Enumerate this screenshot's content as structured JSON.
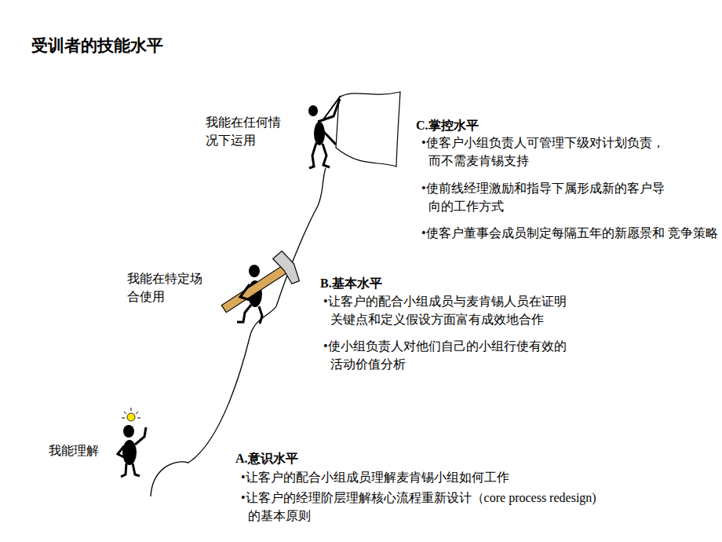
{
  "diagram": {
    "title": "受训者的技能水平",
    "labels": [
      "我能在任何情 况下运用",
      "C.掌控水平",
      "•使客户小组负责人可管理下级对计划负责， 而不需麦肯锡支持",
      "•使前线经理激励和指导下属形成新的客户导 向的工作方式",
      "•使客户董事会成员制定每隔五年的新愿景和 竞争策略",
      "我能在特定场 合使用",
      "B.基本水平",
      "•让客户的配合小组成员与麦肯锡人员在证明 关键点和定义假设方面富有成效地合作",
      "•使小组负责人对他们自己的小组行使有效的 活动价值分析",
      "我能理解",
      "A.意识水平",
      "•让客户的配合小组成员理解麦肯锡小组如何工作",
      "•让客户的经理阶层理解核心流程重新设计（core process redesign) 的基本原则"
    ]
  }
}
